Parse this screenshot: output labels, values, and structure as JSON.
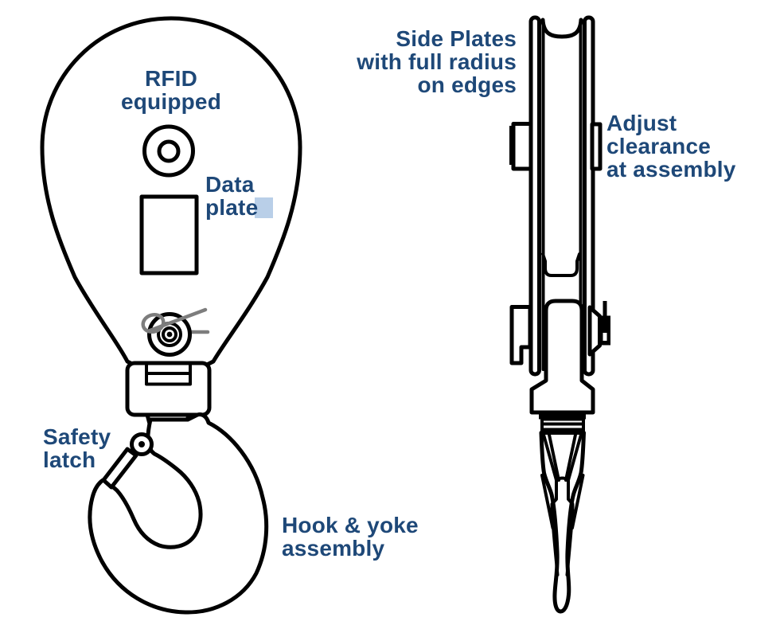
{
  "figure": {
    "type": "technical-line-diagram",
    "subject": "snatch block with swivel hook, front and side views",
    "colors": {
      "label_text": "#1e4878",
      "line": "#000000",
      "cotter_pin_gray": "#7d7d7d",
      "highlight": "#b9cfe8",
      "background": "#ffffff"
    },
    "labels": {
      "rfid": {
        "line1": "RFID",
        "line2": "equipped"
      },
      "data_plate": {
        "line1": "Data",
        "line2": "plate"
      },
      "safety_latch": {
        "line1": "Safety",
        "line2": "latch"
      },
      "hook_yoke": {
        "line1": "Hook & yoke",
        "line2": "assembly"
      },
      "side_plates": {
        "line1": "Side Plates",
        "line2": "with full radius",
        "line3": "on edges"
      },
      "adjust_clearance": {
        "line1": "Adjust",
        "line2": "clearance",
        "line3": "at assembly"
      }
    }
  }
}
